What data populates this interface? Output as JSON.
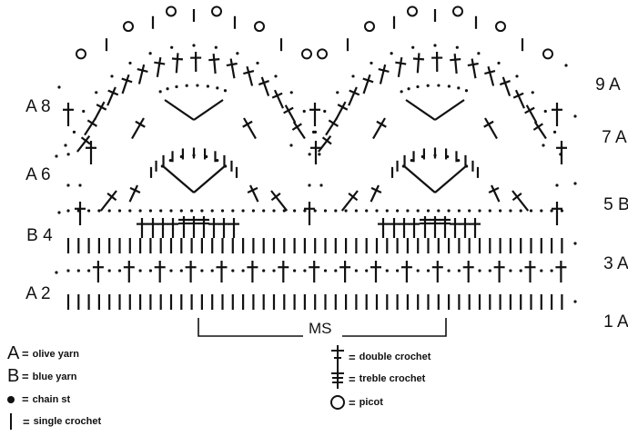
{
  "row_labels_left": [
    {
      "yarn": "A",
      "row": "8"
    },
    {
      "yarn": "A",
      "row": "6"
    },
    {
      "yarn": "B",
      "row": "4"
    },
    {
      "yarn": "A",
      "row": "2"
    }
  ],
  "row_labels_right": [
    {
      "row": "9",
      "yarn": "A"
    },
    {
      "row": "7",
      "yarn": "A"
    },
    {
      "row": "5",
      "yarn": "B"
    },
    {
      "row": "3",
      "yarn": "A"
    },
    {
      "row": "1",
      "yarn": "A"
    }
  ],
  "repeat_label": "MS",
  "legend": [
    {
      "symbol": "A",
      "text": "olive yarn"
    },
    {
      "symbol": "B",
      "text": "blue yarn"
    },
    {
      "symbol": "chain-dot",
      "text": "chain st"
    },
    {
      "symbol": "single-bar",
      "text": "single crochet"
    },
    {
      "symbol": "double-cross",
      "text": "double crochet"
    },
    {
      "symbol": "treble-cross",
      "text": "treble crochet"
    },
    {
      "symbol": "circle",
      "text": "picot"
    }
  ],
  "legend_eq": "="
}
